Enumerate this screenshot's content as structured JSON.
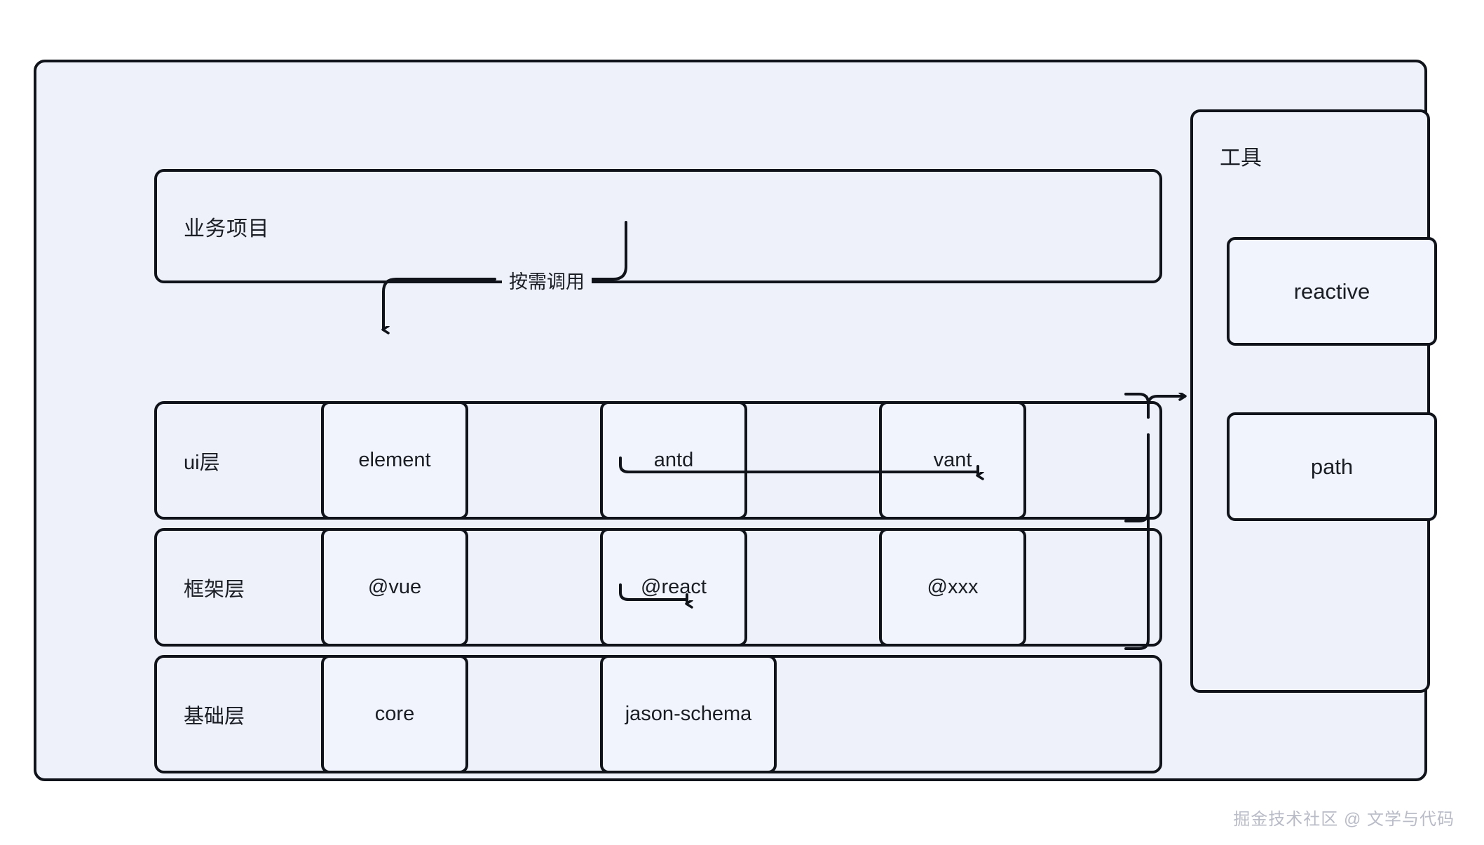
{
  "diagram": {
    "title_box": {
      "label": "业务项目"
    },
    "edge_labels": {
      "on_demand": "按需调用"
    },
    "layers": [
      {
        "name": "ui层",
        "modules": [
          "element",
          "antd",
          "vant"
        ]
      },
      {
        "name": "框架层",
        "modules": [
          "@vue",
          "@react",
          "@xxx"
        ]
      },
      {
        "name": "基础层",
        "modules": [
          "core",
          "jason-schema"
        ]
      }
    ],
    "tools_panel": {
      "title": "工具",
      "items": [
        "reactive",
        "path"
      ]
    },
    "watermark": "掘金技术社区 @ 文学与代码",
    "colors": {
      "canvas": "#ffffff",
      "panel_fill": "#eef1fa",
      "card_fill": "#f1f4fc",
      "stroke": "#11131a",
      "text": "#1b1d24",
      "watermark": "#b9bcc7"
    }
  }
}
